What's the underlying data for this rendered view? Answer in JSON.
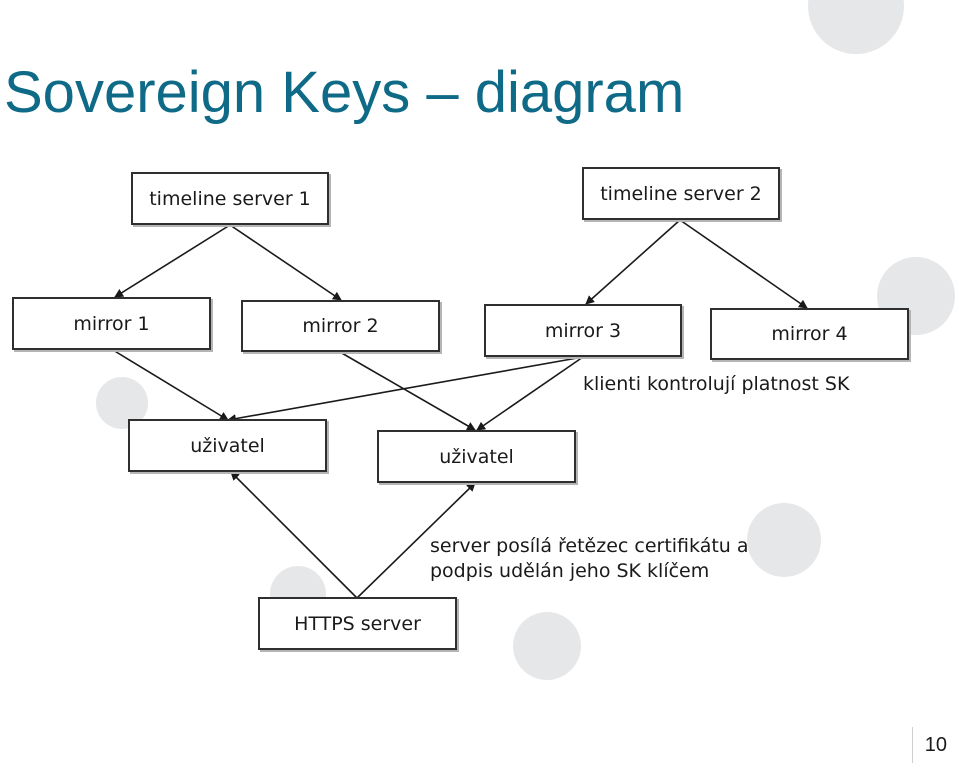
{
  "slide": {
    "title": "Sovereign Keys – diagram",
    "page_number": "10"
  },
  "nodes": {
    "ts1": "timeline server 1",
    "ts2": "timeline server 2",
    "m1": "mirror 1",
    "m2": "mirror 2",
    "m3": "mirror 3",
    "m4": "mirror 4",
    "u1": "uživatel",
    "u2": "uživatel",
    "https": "HTTPS server"
  },
  "notes": {
    "clients_check": "klienti kontrolují platnost SK",
    "server_sends": [
      "server posílá řetězec certifikátu a",
      "podpis udělán jeho SK klíčem"
    ]
  },
  "colors": {
    "title": "#0e6a86",
    "arrow": "#1a1a1a",
    "box_border": "#2f2f2f",
    "decoration": "#e6e7e9"
  }
}
